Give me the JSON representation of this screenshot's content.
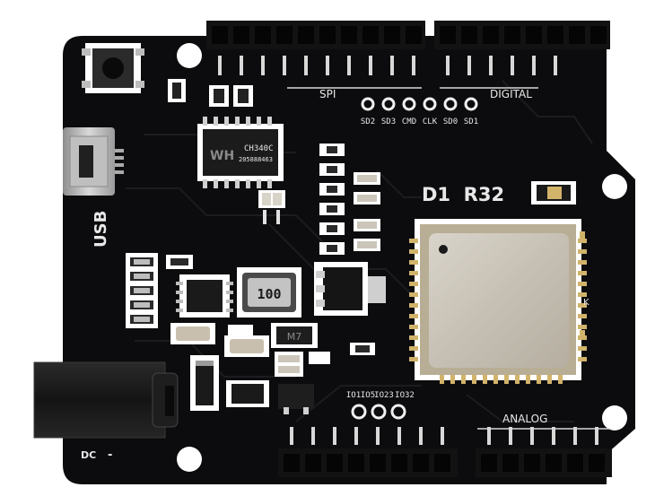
{
  "board": {
    "model": "D1  R32",
    "usb_label": "USB",
    "dc_label": "DC",
    "dc_polarity": "-",
    "spi_label": "SPI",
    "digital_label": "DIGITAL",
    "analog_label": "ANALOG",
    "usb_chip": "CH340C",
    "usb_chip_code": "205888463",
    "inductor": "100",
    "regulator": "M7",
    "spi_pins": [
      "SD2",
      "SD3",
      "CMD",
      "CLK",
      "SD0",
      "SD1"
    ],
    "bottom_pads": [
      "IO1",
      "IO5",
      "IO23",
      "IO32"
    ],
    "module_mark": "K"
  },
  "colors": {
    "pcb": "#0c0c0e",
    "silkscreen": "#e8e8e8",
    "header": "#121212",
    "shield": "#c9c3b8",
    "module_pcb": "#b8ae95",
    "gold_pad": "#d1b36a",
    "dc_jack": "#1a1a1a"
  }
}
